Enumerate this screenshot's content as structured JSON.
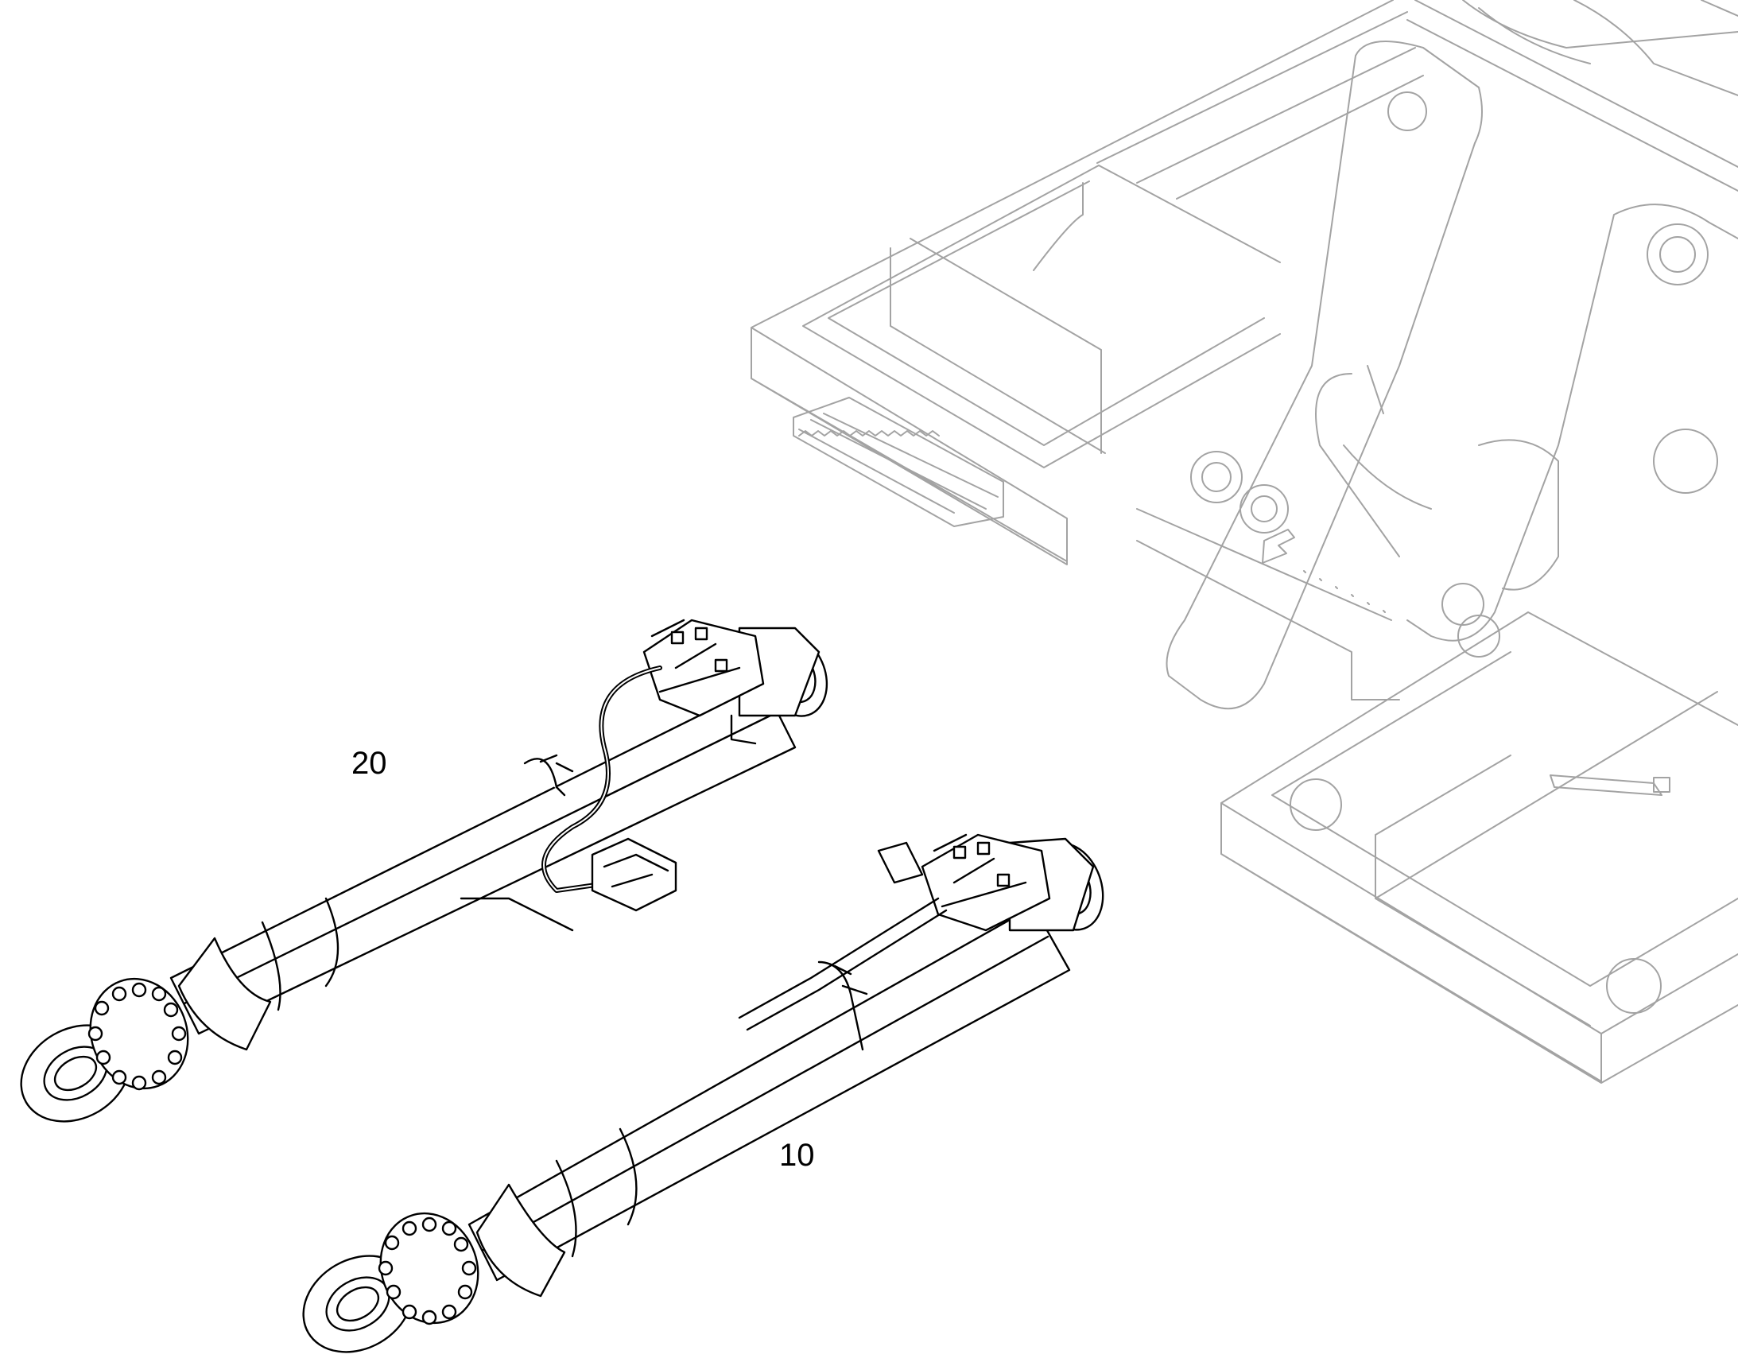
{
  "diagram": {
    "callouts": [
      {
        "id": "callout-20",
        "text": "20"
      },
      {
        "id": "callout-10",
        "text": "10"
      }
    ]
  },
  "colors": {
    "frame_line": "#a3a3a3",
    "part_line": "#000000",
    "background": "#ffffff"
  }
}
